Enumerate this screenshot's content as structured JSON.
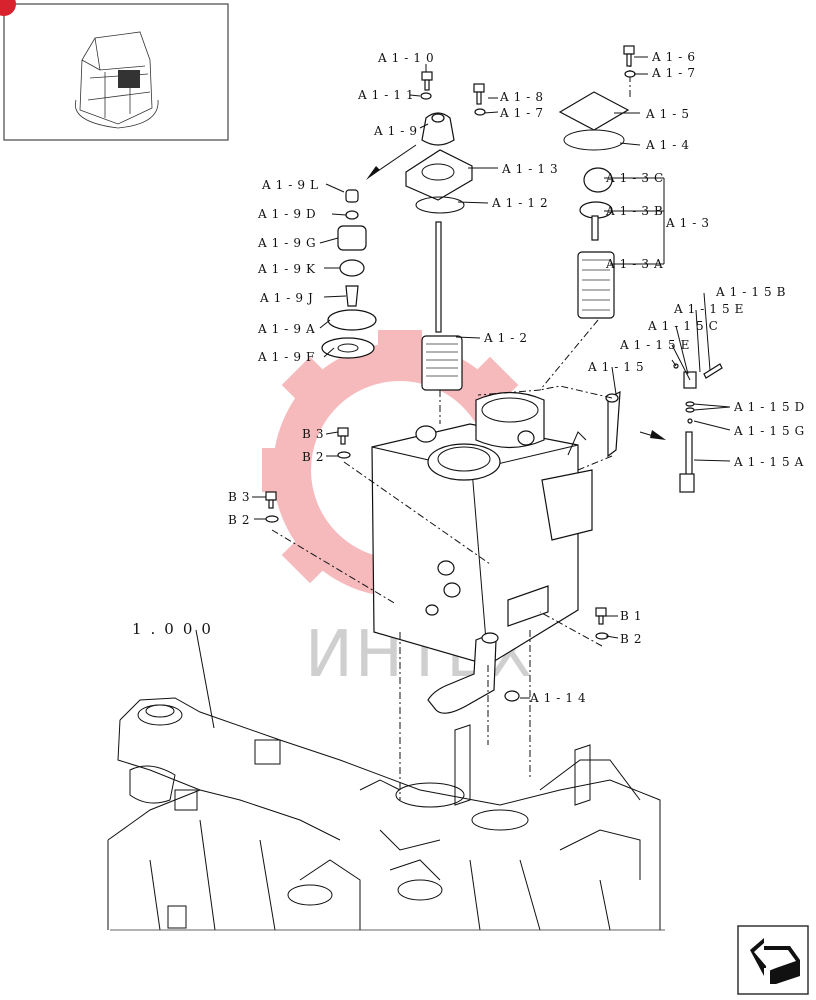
{
  "watermark": {
    "brand_text": "ИНТЕХ",
    "gear_color": "#f4a3a8",
    "text_color": "#cfcfcf"
  },
  "badge_color": "#d8232f",
  "nav_button": {
    "icon": "return-arrow-icon"
  },
  "labels": {
    "a1_10": "A1-10",
    "a1_11": "A1-11",
    "a1_9": "A1-9",
    "a1_8": "A1-8",
    "a1_7_top": "A1-7",
    "a1_6": "A1-6",
    "a1_7": "A1-7",
    "a1_5": "A1-5",
    "a1_4": "A1-4",
    "a1_13": "A1-13",
    "a1_12": "A1-12",
    "a1_3c": "A1-3C",
    "a1_3b": "A1-3B",
    "a1_3": "A1-3",
    "a1_3a": "A1-3A",
    "a1_9l": "A1-9L",
    "a1_9d": "A1-9D",
    "a1_9g": "A1-9G",
    "a1_9k": "A1-9K",
    "a1_9j": "A1-9J",
    "a1_9a": "A1-9A",
    "a1_9f": "A1-9F",
    "a1_2": "A1-2",
    "a1_15b": "A1-15B",
    "a1_15e_1": "A1-15E",
    "a1_15c": "A1-15C",
    "a1_15e_2": "A1-15E",
    "a1_15": "A1-15",
    "a1_15d": "A1-15D",
    "a1_15g": "A1-15G",
    "a1_15a": "A1-15A",
    "b3_1": "B3",
    "b2_1": "B2",
    "b3_2": "B3",
    "b2_2": "B2",
    "b1": "B1",
    "b2_3": "B2",
    "a1_14": "A1-14",
    "ref_1000": "1.000"
  }
}
